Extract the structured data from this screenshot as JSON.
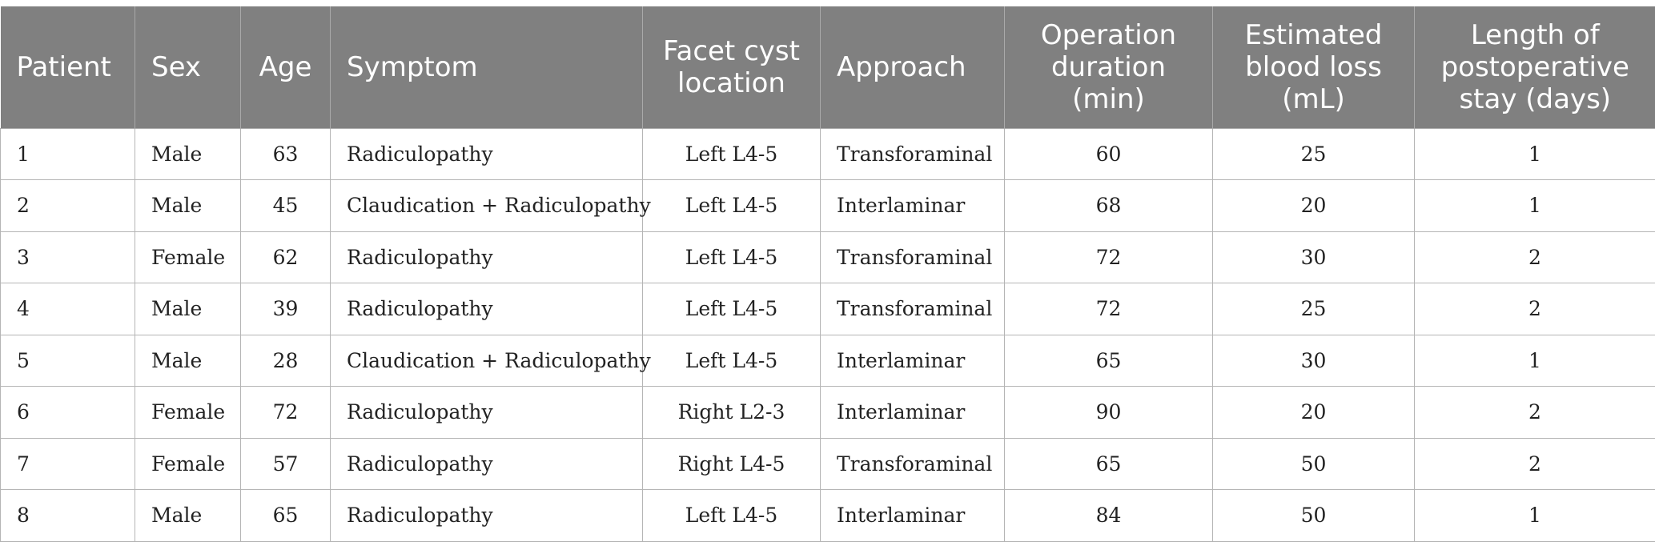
{
  "table": {
    "headers": [
      "Patient",
      "Sex",
      "Age",
      "Symptom",
      "Facet cyst location",
      "Approach",
      "Operation duration (min)",
      "Estimated blood loss (mL)",
      "Length of postoperative stay (days)"
    ],
    "rows": [
      [
        "1",
        "Male",
        "63",
        "Radiculopathy",
        "Left L4-5",
        "Transforaminal",
        "60",
        "25",
        "1"
      ],
      [
        "2",
        "Male",
        "45",
        "Claudication + Radiculopathy",
        "Left L4-5",
        "Interlaminar",
        "68",
        "20",
        "1"
      ],
      [
        "3",
        "Female",
        "62",
        "Radiculopathy",
        "Left L4-5",
        "Transforaminal",
        "72",
        "30",
        "2"
      ],
      [
        "4",
        "Male",
        "39",
        "Radiculopathy",
        "Left L4-5",
        "Transforaminal",
        "72",
        "25",
        "2"
      ],
      [
        "5",
        "Male",
        "28",
        "Claudication + Radiculopathy",
        "Left L4-5",
        "Interlaminar",
        "65",
        "30",
        "1"
      ],
      [
        "6",
        "Female",
        "72",
        "Radiculopathy",
        "Right L2-3",
        "Interlaminar",
        "90",
        "20",
        "2"
      ],
      [
        "7",
        "Female",
        "57",
        "Radiculopathy",
        "Right L4-5",
        "Transforaminal",
        "65",
        "50",
        "2"
      ],
      [
        "8",
        "Male",
        "65",
        "Radiculopathy",
        "Left L4-5",
        "Interlaminar",
        "84",
        "50",
        "1"
      ]
    ]
  }
}
